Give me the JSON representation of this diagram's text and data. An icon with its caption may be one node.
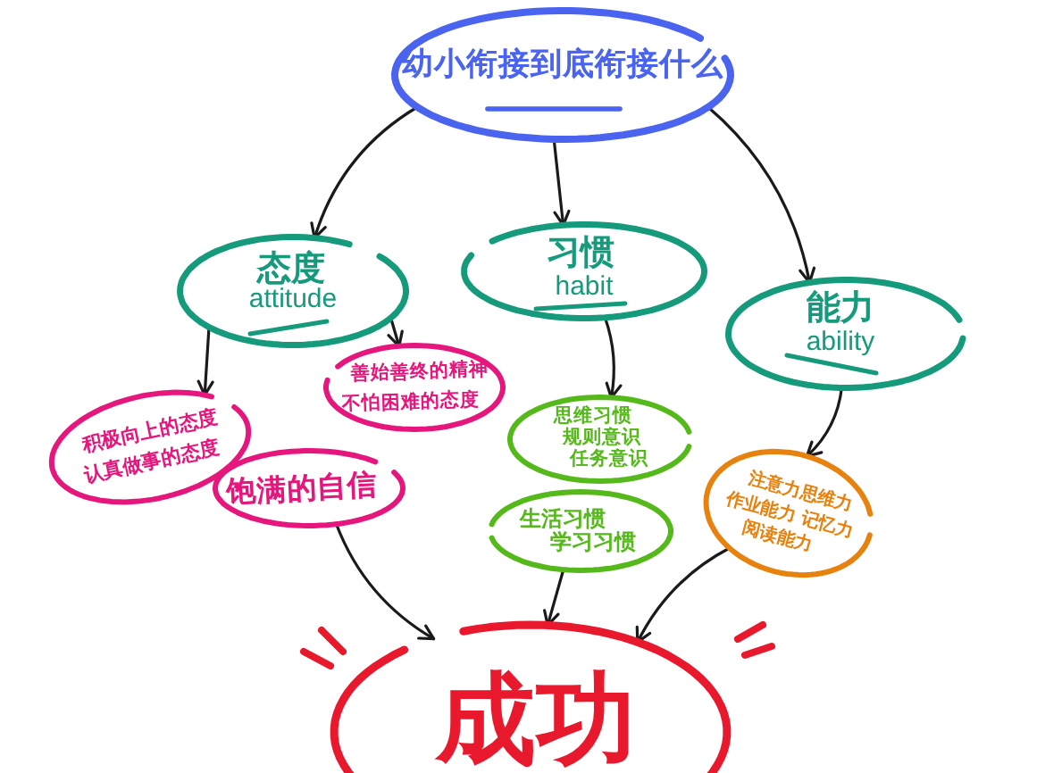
{
  "diagram": {
    "nodes": [
      {
        "text": [
          "幼小衔接到底衔接什么"
        ]
      },
      {
        "text": [
          "态度",
          "attitude"
        ]
      },
      {
        "text": [
          "习惯",
          "habit"
        ]
      },
      {
        "text": [
          "能力",
          "ability"
        ]
      },
      {
        "text": [
          "积极向上的态度",
          "认真做事的态度"
        ]
      },
      {
        "text": [
          "善始善终的精神",
          "不怕困难的态度"
        ]
      },
      {
        "text": [
          "饱满的自信"
        ]
      },
      {
        "text": [
          "思维习惯",
          "规则意识",
          "任务意识"
        ]
      },
      {
        "text": [
          "生活习惯",
          "学习习惯"
        ]
      },
      {
        "text": [
          "注意力思维力",
          "作业能力 记忆力",
          "阅读能力"
        ]
      },
      {
        "text": [
          "成功"
        ]
      }
    ],
    "edges": [
      {
        "from": 0,
        "to": 1,
        "arrow": "to"
      },
      {
        "from": 0,
        "to": 2,
        "arrow": "to"
      },
      {
        "from": 0,
        "to": 3,
        "arrow": "to"
      },
      {
        "from": 1,
        "to": 4,
        "arrow": "to"
      },
      {
        "from": 1,
        "to": 5,
        "arrow": "to"
      },
      {
        "from": 2,
        "to": 7,
        "arrow": "to"
      },
      {
        "from": 3,
        "to": 9,
        "arrow": "to"
      },
      {
        "from": 6,
        "to": 10,
        "arrow": "to"
      },
      {
        "from": 8,
        "to": 10,
        "arrow": "to"
      },
      {
        "from": 9,
        "to": 10,
        "arrow": "to"
      }
    ]
  }
}
